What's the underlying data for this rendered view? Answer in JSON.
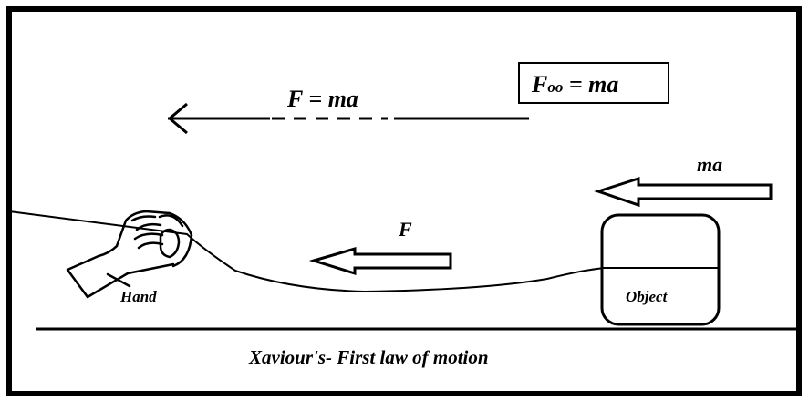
{
  "diagram": {
    "equation_box": {
      "label": "Foo = ma",
      "main": "F",
      "sub": "oo",
      "rest": " = ma"
    },
    "top_arrow_label": "F = ma",
    "reaction_arrow_label": "ma",
    "pull_arrow_label": "F",
    "hand_label": "Hand",
    "object_label": "Object",
    "caption": "Xaviour's- First law of motion"
  }
}
